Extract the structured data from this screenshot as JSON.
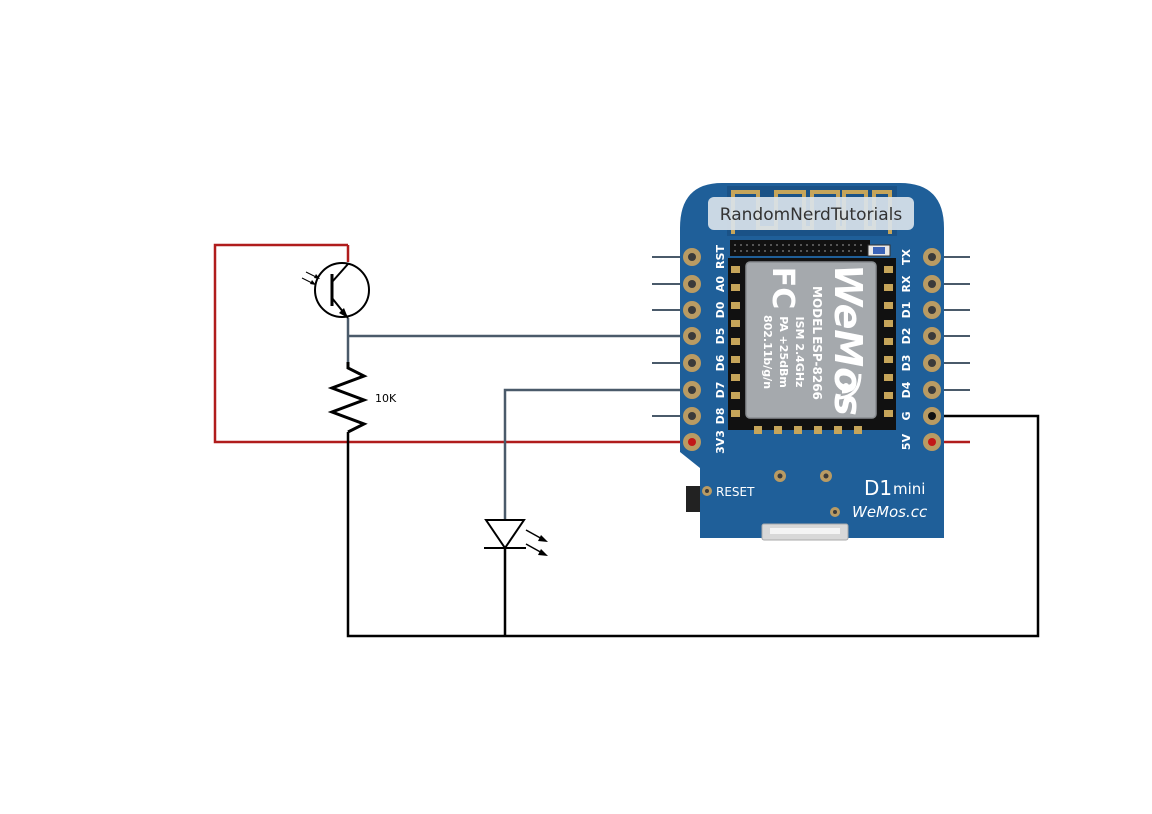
{
  "watermark": "RandomNerdTutorials",
  "resistor_label": "10K",
  "board": {
    "model_label": "MODEL",
    "model_value": "ESP-8266",
    "spec1": "ISM 2.4GHz",
    "spec2": "PA +25dBm",
    "spec3": "802.11b/g/n",
    "fcc": "FC",
    "chip_brand": "WeMos",
    "reset_label": "RESET",
    "board_name_d1": "D1",
    "board_name_mini": "mini",
    "site": "WeMos.cc",
    "left_pins": [
      "RST",
      "A0",
      "D0",
      "D5",
      "D6",
      "D7",
      "D8",
      "3V3"
    ],
    "right_pins": [
      "TX",
      "RX",
      "D1",
      "D2",
      "D3",
      "D4",
      "G",
      "5V"
    ]
  },
  "colors": {
    "board": "#1f5f99",
    "power_wire": "#b01c1c",
    "signal_wire": "#4a5a6a",
    "ground_wire": "#000000",
    "pad": "#b99b63"
  }
}
